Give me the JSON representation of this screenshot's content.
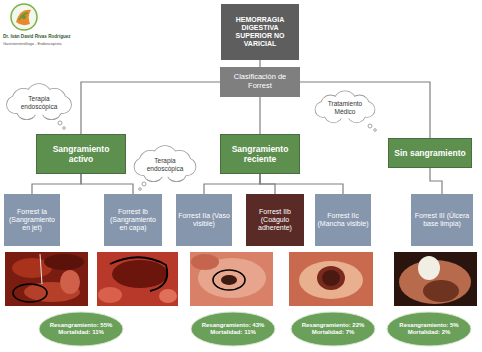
{
  "diagram": {
    "nodes": [
      {
        "text": [
          "HEMORRAGIA DIGESTIVA SUPERIOR NO VARICIAL"
        ]
      },
      {
        "text": [
          "Clasificación de Forrest"
        ]
      },
      {
        "text": [
          "Terapia endoscópica"
        ]
      },
      {
        "text": [
          "Tratamiento Médico"
        ]
      },
      {
        "text": [
          "Sangramiento activo"
        ]
      },
      {
        "text": [
          "Terapia endoscópica"
        ]
      },
      {
        "text": [
          "Sangramiento reciente"
        ]
      },
      {
        "text": [
          "Sin sangramiento"
        ]
      },
      {
        "text": [
          "Forrest Ia (Sangramiento en jet)"
        ]
      },
      {
        "text": [
          "Forrest Ib (Sangramiento en capa)"
        ]
      },
      {
        "text": [
          "Forrest IIa (Vaso visible)"
        ]
      },
      {
        "text": [
          "Forrest IIb (Coágulo adherente)"
        ]
      },
      {
        "text": [
          "Forrest IIc (Mancha visible)"
        ]
      },
      {
        "text": [
          "Forrest III (Úlcera base limpia)"
        ]
      },
      {
        "text": [
          "Resangramiento: 55%",
          "Mortalidad: 11%"
        ]
      },
      {
        "text": [
          "Resangramiento: 43%",
          "Mortalidad: 11%"
        ]
      },
      {
        "text": [
          "Resangramiento: 22%",
          "Mortalidad: 7%"
        ]
      },
      {
        "text": [
          "Resangramiento: 5%",
          "Mortalidad: 2%"
        ]
      }
    ],
    "edges": [
      {
        "from": 0,
        "to": 1,
        "arrow": "none"
      },
      {
        "from": 1,
        "to": 4,
        "arrow": "none"
      },
      {
        "from": 1,
        "to": 6,
        "arrow": "none"
      },
      {
        "from": 1,
        "to": 7,
        "arrow": "none"
      },
      {
        "from": 4,
        "to": 8,
        "arrow": "none"
      },
      {
        "from": 4,
        "to": 9,
        "arrow": "none"
      },
      {
        "from": 6,
        "to": 10,
        "arrow": "none"
      },
      {
        "from": 6,
        "to": 11,
        "arrow": "none"
      },
      {
        "from": 6,
        "to": 12,
        "arrow": "none"
      },
      {
        "from": 7,
        "to": 13,
        "arrow": "none"
      }
    ],
    "labels": [
      "Dr. Iván David Rivas Rodríguez",
      "Gastroenterólogo - Endoscopista"
    ]
  }
}
